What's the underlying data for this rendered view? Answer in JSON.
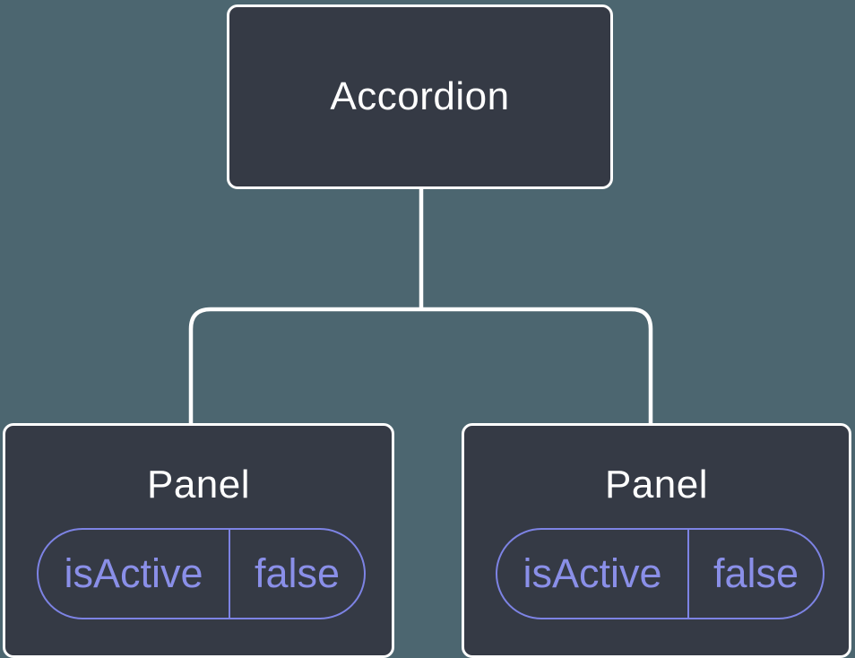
{
  "tree": {
    "root": {
      "label": "Accordion"
    },
    "children": [
      {
        "label": "Panel",
        "state": {
          "name": "isActive",
          "value": "false"
        }
      },
      {
        "label": "Panel",
        "state": {
          "name": "isActive",
          "value": "false"
        }
      }
    ]
  },
  "colors": {
    "background": "#4c6670",
    "node_fill": "#353a45",
    "node_border": "#ffffff",
    "connector": "#ffffff",
    "node_title_text": "#ffffff",
    "state_text": "#8a8fe8",
    "state_pill_border": "#7d83e4"
  }
}
